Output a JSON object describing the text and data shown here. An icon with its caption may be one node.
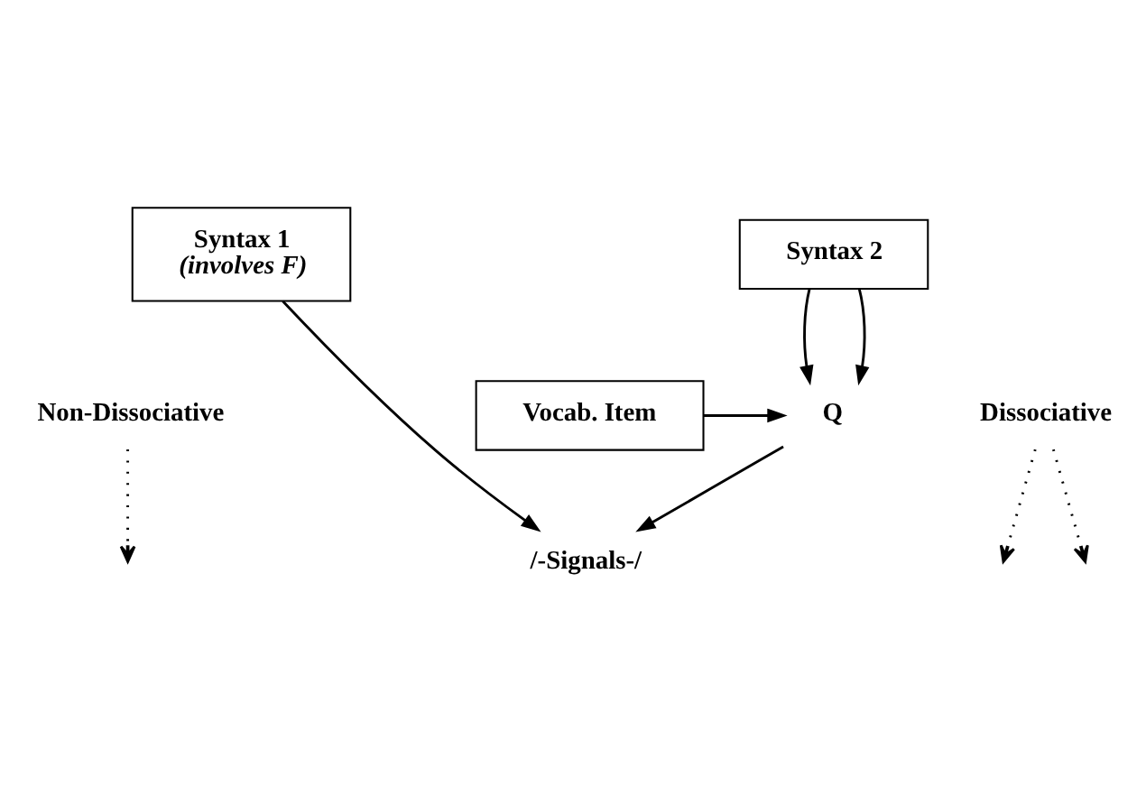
{
  "diagram": {
    "nodes": [
      {
        "text": [
          "Syntax 1",
          "(involves F)"
        ]
      },
      {
        "text": [
          "Syntax 2"
        ]
      },
      {
        "text": [
          "Q"
        ]
      },
      {
        "text": [
          "Vocab. Item"
        ]
      },
      {
        "text": [
          "/-Signals-/"
        ]
      },
      {
        "text": [
          "Non-Dissociative"
        ]
      },
      {
        "text": [
          "Dissociative"
        ]
      }
    ],
    "edges": [
      {
        "from": 0,
        "to": 4,
        "arrow": "to"
      },
      {
        "from": 1,
        "to": 2,
        "arrow": "to"
      },
      {
        "from": 1,
        "to": 2,
        "arrow": "to"
      },
      {
        "from": 3,
        "to": 2,
        "arrow": "to"
      },
      {
        "from": 2,
        "to": 4,
        "arrow": "to"
      },
      {
        "from": 5,
        "to": null,
        "arrow": "to",
        "style": "dashed"
      },
      {
        "from": 6,
        "to": null,
        "arrow": "to",
        "style": "dashed"
      },
      {
        "from": 6,
        "to": null,
        "arrow": "to",
        "style": "dashed"
      }
    ]
  }
}
